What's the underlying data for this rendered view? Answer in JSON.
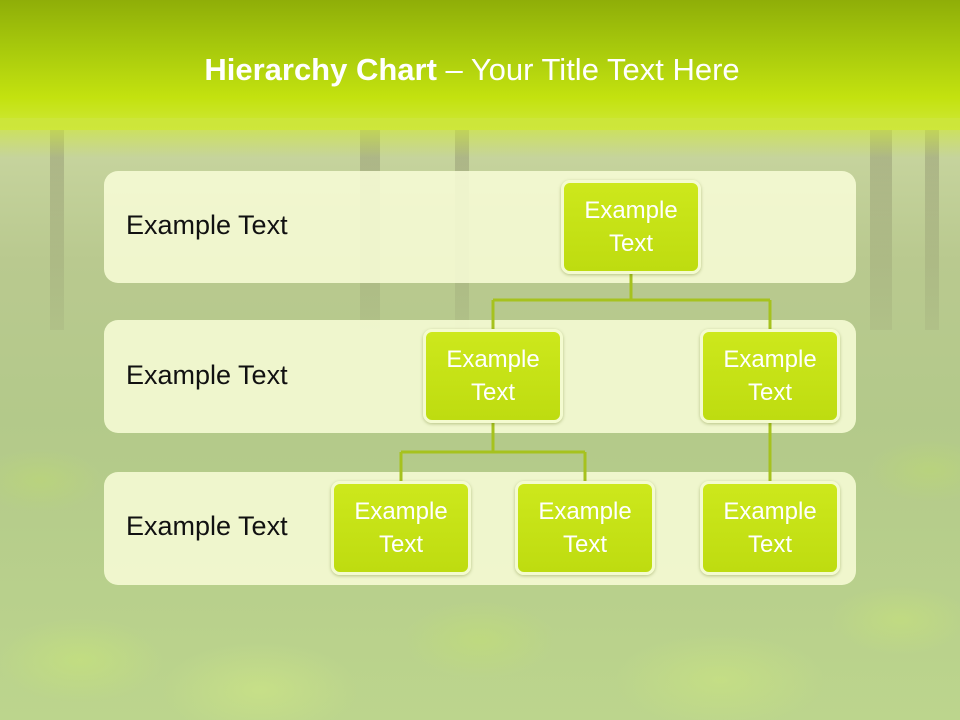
{
  "slide": {
    "title_bold": "Hierarchy Chart",
    "title_rest": " – Your Title Text Here"
  },
  "levels": [
    {
      "label": "Example Text"
    },
    {
      "label": "Example Text"
    },
    {
      "label": "Example Text"
    }
  ],
  "nodes": {
    "root": "Example Text",
    "l2_left": "Example Text",
    "l2_right": "Example Text",
    "l3_a": "Example Text",
    "l3_b": "Example Text",
    "l3_c": "Example Text"
  },
  "colors": {
    "header": "#b4d20c",
    "node_fill": "#c6e214",
    "node_border": "#f4fbd0",
    "connector": "#a6c21e",
    "band": "#f7fcd6"
  }
}
